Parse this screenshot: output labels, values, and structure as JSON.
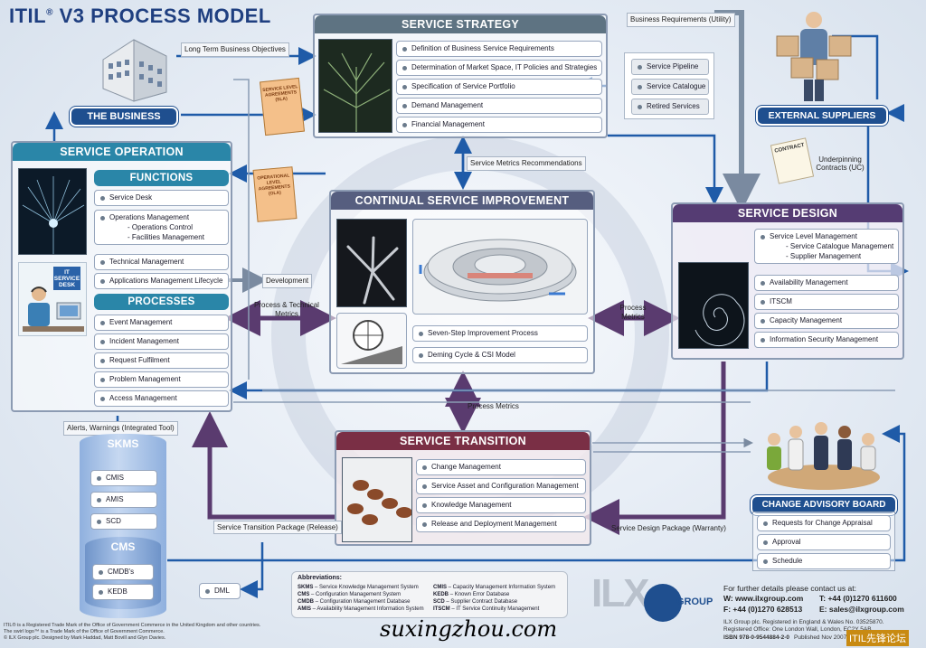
{
  "title": {
    "main": "ITIL",
    "sup": "®",
    "rest": " V3 PROCESS MODEL"
  },
  "colors": {
    "strategy": "#5e7382",
    "operation": "#2a86a8",
    "csi": "#565e7f",
    "design": "#553c73",
    "transition": "#7a2f45",
    "business": "#1f4f8f",
    "arrow_blue": "#1f5ba8",
    "arrow_purple": "#5a3b6f"
  },
  "strategy": {
    "header": "SERVICE STRATEGY",
    "items": [
      "Definition of Business Service Requirements",
      "Determination of Market Space, IT Policies and Strategies",
      "Specification of Service Portfolio",
      "Demand Management",
      "Financial Management"
    ],
    "portfolio": [
      "Service Pipeline",
      "Service Catalogue",
      "Retired Services"
    ]
  },
  "business": {
    "label": "THE BUSINESS"
  },
  "external_suppliers": {
    "label": "EXTERNAL SUPPLIERS"
  },
  "operation": {
    "header": "SERVICE OPERATION",
    "functions_header": "FUNCTIONS",
    "functions": {
      "service_desk": "Service Desk",
      "ops_mgmt": "Operations Management",
      "ops_control": "- Operations Control",
      "facilities": "- Facilities Management",
      "technical": "Technical Management",
      "apps": "Applications Management Lifecycle"
    },
    "processes_header": "PROCESSES",
    "processes": [
      "Event Management",
      "Incident Management",
      "Request Fulfilment",
      "Problem Management",
      "Access Management"
    ],
    "desk_badge": "IT SERVICE DESK"
  },
  "csi": {
    "header": "CONTINUAL SERVICE IMPROVEMENT",
    "items": [
      "Seven-Step Improvement Process",
      "Deming Cycle & CSI Model"
    ]
  },
  "design": {
    "header": "SERVICE DESIGN",
    "slm": "Service Level Management",
    "slm_sub": [
      "- Service Catalogue Management",
      "- Supplier Management"
    ],
    "items": [
      "Availability Management",
      "ITSCM",
      "Capacity Management",
      "Information Security Management"
    ]
  },
  "transition": {
    "header": "SERVICE TRANSITION",
    "items": [
      "Change Management",
      "Service Asset and Configuration Management",
      "Knowledge Management",
      "Release and Deployment Management"
    ]
  },
  "cab": {
    "header": "CHANGE ADVISORY BOARD",
    "items": [
      "Requests for Change Appraisal",
      "Approval",
      "Schedule"
    ]
  },
  "skms": {
    "label": "SKMS",
    "items": [
      "CMIS",
      "AMIS",
      "SCD"
    ]
  },
  "cms": {
    "label": "CMS",
    "items": [
      "CMDB's",
      "KEDB"
    ]
  },
  "dml": "DML",
  "documents": {
    "sla": "SERVICE LEVEL AGREEMENTS (SLA)",
    "ola": "OPERATIONAL LEVEL AGREEMENTS (OLA)",
    "contract": "CONTRACT"
  },
  "labels": {
    "long_term": "Long Term Business Objectives",
    "business_req": "Business Requirements (Utility)",
    "metrics_rec": "Service Metrics Recommendations",
    "underpinning": "Underpinning Contracts (UC)",
    "development": "Development",
    "process_tech": "Process & Technical Metrics",
    "process_metrics_r": "Process Metrics",
    "process_metrics": "Process Metrics",
    "alerts": "Alerts, Warnings (Integrated Tool)",
    "stp": "Service Transition Package (Release)",
    "sdp": "Service Design Package (Warranty)"
  },
  "abbrev": {
    "title": "Abbreviations:",
    "left": [
      [
        "SKMS",
        "– Service Knowledge Management System"
      ],
      [
        "CMS",
        "– Configuration Management System"
      ],
      [
        "CMDB",
        "– Configuration Management Database"
      ],
      [
        "AMIS",
        "– Availability Management Information System"
      ]
    ],
    "right": [
      [
        "CMIS",
        "– Capacity Management Information System"
      ],
      [
        "KEDB",
        "– Known Error Database"
      ],
      [
        "SCD",
        "– Supplier Contract Database"
      ],
      [
        "ITSCM",
        "– IT Service Continuity Management"
      ]
    ]
  },
  "logo": {
    "ilx": "ILX",
    "group": "GROUP"
  },
  "contact": {
    "intro": "For further details please contact us at:",
    "web": "W: www.ilxgroup.com",
    "tel": "T: +44 (0)1270 611600",
    "fax": "F: +44 (0)1270 628513",
    "email": "E: sales@ilxgroup.com",
    "reg1": "ILX Group plc. Registered in England & Wales No. 03525870.",
    "reg2": "Registered Office: One London Wall, London, EC2Y 5AB",
    "isbn": "ISBN 978-0-9544884-2-0",
    "published": "Published Nov 2007"
  },
  "trademark": [
    "ITIL® is a Registered Trade Mark of the Office of Government Commerce in the United Kingdom and other countries.",
    "The swirl logo™ is a Trade Mark of the Office of Government Commerce.",
    "© ILX Group plc. Designed by Mark Haddad, Matt Bovill and Glyn Davies."
  ],
  "watermark": "suxingzhou.com",
  "corner_mark": "ITIL先锋论坛"
}
